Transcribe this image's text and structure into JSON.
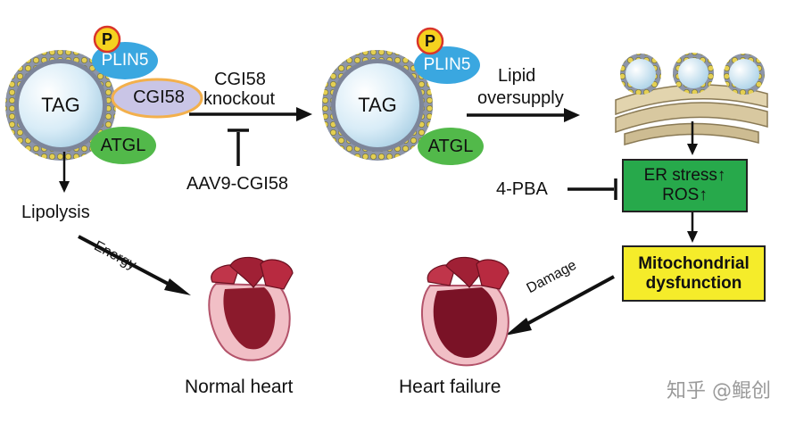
{
  "left_droplet": {
    "core_label": "TAG",
    "phospho_label": "P",
    "plin5_label": "PLIN5",
    "cgi58_label": "CGI58",
    "atgl_label": "ATGL"
  },
  "middle_droplet": {
    "core_label": "TAG",
    "phospho_label": "P",
    "plin5_label": "PLIN5",
    "atgl_label": "ATGL"
  },
  "arrows": {
    "knockout_line1": "CGI58",
    "knockout_line2": "knockout",
    "rescue_label": "AAV9-CGI58",
    "lipid_line1": "Lipid",
    "lipid_line2": "oversupply",
    "energy_label": "Energy",
    "damage_label": "Damage",
    "inhibitor_label": "4-PBA"
  },
  "outcomes": {
    "lipolysis": "Lipolysis",
    "normal_heart": "Normal heart",
    "heart_failure": "Heart failure"
  },
  "boxes": {
    "er_line1": "ER stress↑",
    "er_line2": "ROS↑",
    "mito_line1": "Mitochondrial",
    "mito_line2": "dysfunction"
  },
  "watermark": "知乎 @鲲创",
  "colors": {
    "plin5": "#3aa7e0",
    "cgi58": "#c9c5e6",
    "atgl": "#52b94a",
    "phospho": "#f5d21f",
    "er_box": "#27a94b",
    "mito_box": "#f5ec2a",
    "heart_red": "#8b1a2c"
  }
}
